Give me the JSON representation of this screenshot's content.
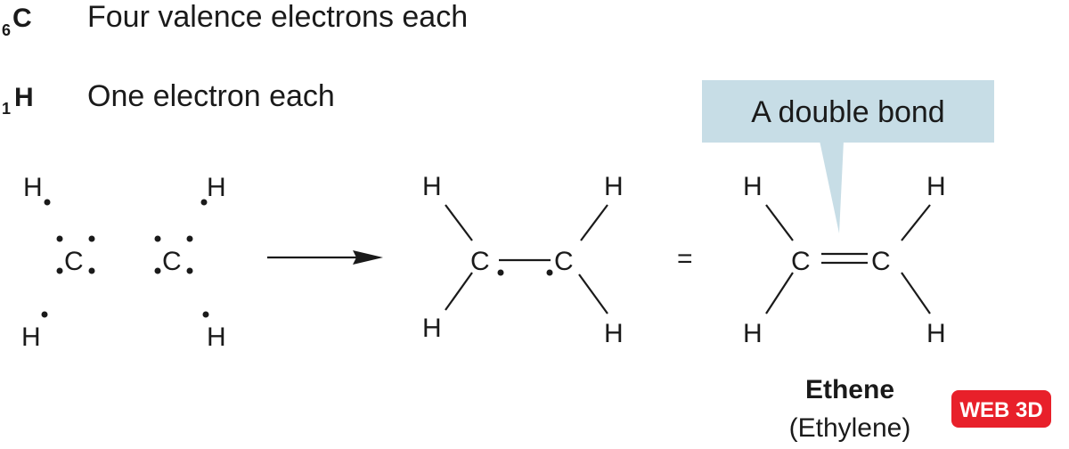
{
  "legend": {
    "carbon": {
      "subscript": "6",
      "symbol": "C",
      "text": "Four valence electrons each"
    },
    "hydrogen": {
      "subscript": "1",
      "symbol": "H",
      "text": "One electron each"
    }
  },
  "atoms": {
    "carbon": "C",
    "hydrogen": "H"
  },
  "equals": "=",
  "callout": {
    "text": "A double bond",
    "color": "#c7dde6"
  },
  "molecule": {
    "name": "Ethene",
    "alt_name": "(Ethylene)"
  },
  "badge": {
    "text": "WEB 3D",
    "color": "#e8202a"
  }
}
